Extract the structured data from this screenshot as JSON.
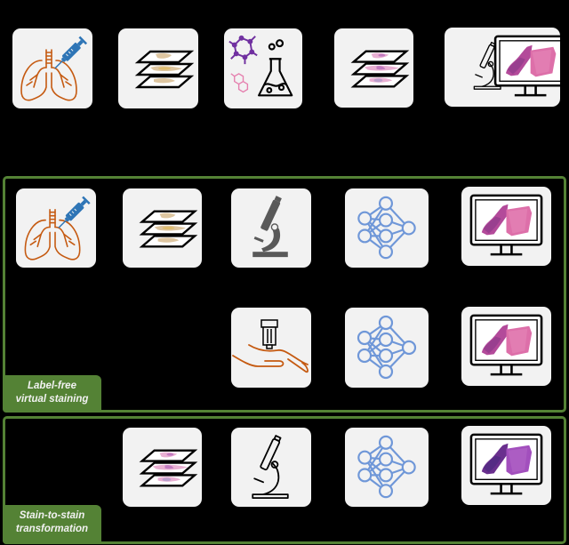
{
  "colors": {
    "frame_green": "#548235",
    "tile_bg": "#f2f2f2",
    "lung_orange": "#c55a11",
    "syringe_blue": "#2e75b6",
    "network_blue": "#6f97d8",
    "he_pink": "#d86aa8",
    "he_purple": "#8b3a96",
    "molecule_purple": "#7030a0",
    "molecule_pink": "#e57fae",
    "tissue_tan": "#d6b98a"
  },
  "top_row": {
    "steps": [
      {
        "icon": "lung-injection-icon"
      },
      {
        "icon": "unstained-tissue-slides-icon"
      },
      {
        "icon": "chemical-staining-icon"
      },
      {
        "icon": "stained-tissue-slides-icon"
      },
      {
        "icon": "microscope-monitor-icon"
      }
    ]
  },
  "label_free": {
    "label_line1": "Label-free",
    "label_line2": "virtual staining",
    "row1": [
      {
        "icon": "lung-injection-icon"
      },
      {
        "icon": "unstained-tissue-slides-icon"
      },
      {
        "icon": "autofluorescence-microscope-icon"
      },
      {
        "icon": "neural-network-icon"
      },
      {
        "icon": "virtual-stain-monitor-icon"
      }
    ],
    "row2": [
      {
        "icon": "in-vivo-probe-hand-icon"
      },
      {
        "icon": "neural-network-icon"
      },
      {
        "icon": "virtual-stain-monitor-icon"
      }
    ]
  },
  "stain_to_stain": {
    "label_line1": "Stain-to-stain",
    "label_line2": "transformation",
    "row": [
      {
        "icon": "stained-tissue-slides-icon"
      },
      {
        "icon": "microscope-icon"
      },
      {
        "icon": "neural-network-icon"
      },
      {
        "icon": "transformed-stain-monitor-icon"
      }
    ]
  }
}
